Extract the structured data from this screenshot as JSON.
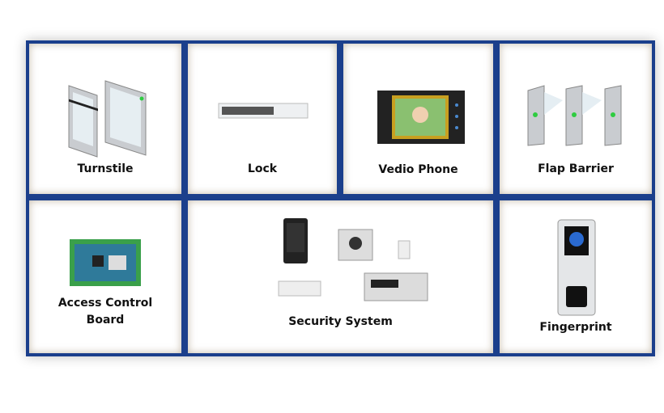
{
  "products": [
    {
      "label": "Turnstile",
      "icon": "turnstile-icon"
    },
    {
      "label": "Lock",
      "icon": "magnetic-lock-icon"
    },
    {
      "label": "Vedio Phone",
      "icon": "video-phone-icon"
    },
    {
      "label": "Flap Barrier",
      "icon": "flap-barrier-icon"
    },
    {
      "label": "Access Control Board",
      "label_line1": "Access Control",
      "label_line2": "Board",
      "icon": "circuit-board-icon"
    },
    {
      "label": "Security System",
      "icon": "security-system-icon"
    },
    {
      "label": "Fingerprint",
      "icon": "fingerprint-terminal-icon"
    }
  ],
  "colors": {
    "border": "#1b3f8c",
    "accent_green": "#2ecc40"
  }
}
